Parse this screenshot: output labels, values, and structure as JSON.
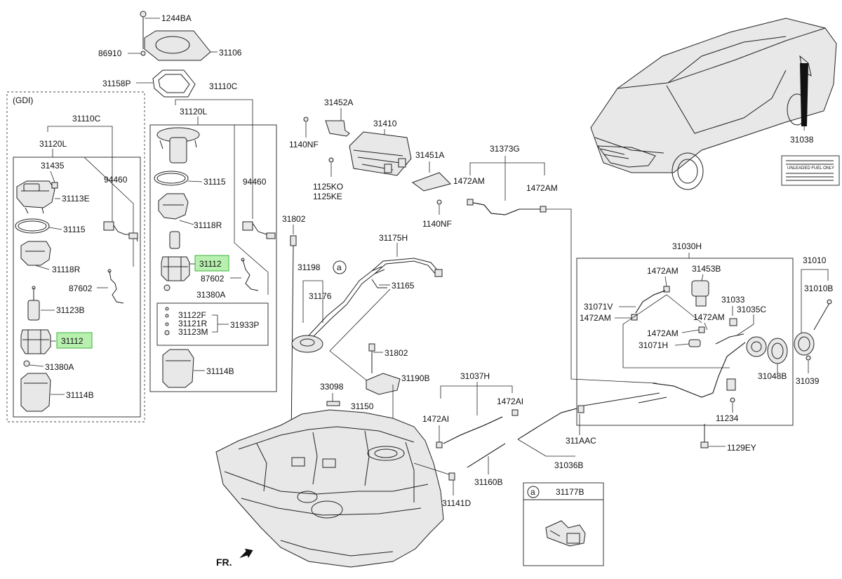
{
  "gdi_label": "(GDI)",
  "left_group": {
    "p31110C": "31110C",
    "p31120L": "31120L",
    "p31435": "31435",
    "p94460": "94460",
    "p31113E": "31113E",
    "p31115": "31115",
    "p31118R": "31118R",
    "p87602": "87602",
    "p31123B": "31123B",
    "p31112": "31112",
    "p31380A": "31380A",
    "p31114B": "31114B"
  },
  "mid_group": {
    "p1244BA": "1244BA",
    "p86910": "86910",
    "p31106": "31106",
    "p31158P": "31158P",
    "p31110C": "31110C",
    "p31120L": "31120L",
    "p31115": "31115",
    "p94460": "94460",
    "p31118R": "31118R",
    "p31112": "31112",
    "p87602": "87602",
    "p31380A": "31380A",
    "p31122F": "31122F",
    "p31121R": "31121R",
    "p31123M": "31123M",
    "p31933P": "31933P",
    "p31114B": "31114B"
  },
  "canister": {
    "p31452A": "31452A",
    "p31410": "31410",
    "p1140NF_a": "1140NF",
    "p31451A": "31451A",
    "p1125KO": "1125KO",
    "p1125KE": "1125KE",
    "p1140NF_b": "1140NF",
    "p31373G": "31373G",
    "p1472AM_a": "1472AM",
    "p1472AM_b": "1472AM"
  },
  "car": {
    "p31038": "31038",
    "label_line1": "UNLEADED FUEL ONLY"
  },
  "lines": {
    "p31802_a": "31802",
    "p31198": "31198",
    "p31176": "31176",
    "p31175H": "31175H",
    "p31165": "31165",
    "p31802_b": "31802",
    "p31190B": "31190B",
    "p33098": "33098",
    "p31150": "31150",
    "p31037H": "31037H",
    "p1472AI_a": "1472AI",
    "p1472AI_b": "1472AI",
    "p311AAC": "311AAC",
    "p31036B": "31036B",
    "p31160B": "31160B",
    "p31141D": "31141D"
  },
  "filler": {
    "p31030H": "31030H",
    "p31010": "31010",
    "p31010B": "31010B",
    "p1472AM_c": "1472AM",
    "p31453B": "31453B",
    "p31033": "31033",
    "p31071V": "31071V",
    "p31035C": "31035C",
    "p1472AM_d": "1472AM",
    "p1472AM_e": "1472AM",
    "p1472AM_f": "1472AM",
    "p31071H": "31071H",
    "p31048B": "31048B",
    "p31039": "31039",
    "p11234": "11234",
    "p1129EY": "1129EY"
  },
  "inset": {
    "circle": "a",
    "p31177B": "31177B",
    "marker": "a"
  },
  "fr_label": "FR."
}
